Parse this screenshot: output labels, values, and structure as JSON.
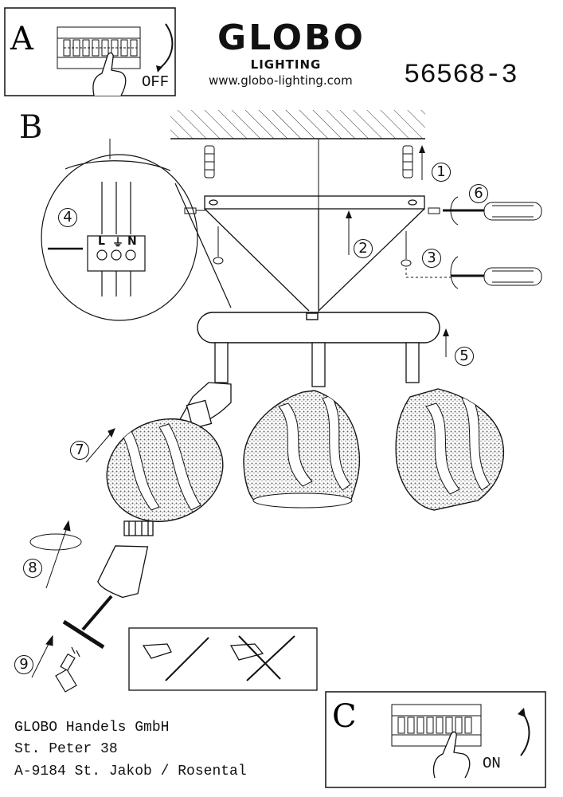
{
  "brand": {
    "name": "GLOBO",
    "subtitle": "LIGHTING",
    "website": "www.globo-lighting.com"
  },
  "model_number": "56568-3",
  "panels": {
    "a": {
      "label": "A",
      "caption": "OFF"
    },
    "b": {
      "label": "B"
    },
    "c": {
      "label": "C",
      "caption": "ON"
    }
  },
  "steps": [
    "1",
    "2",
    "3",
    "4",
    "5",
    "6",
    "7",
    "8",
    "9"
  ],
  "terminal_labels": {
    "live": "L",
    "earth": "⏚",
    "neutral": "N"
  },
  "manufacturer": {
    "company": "GLOBO Handels GmbH",
    "street": "St. Peter 38",
    "city": "A-9184 St. Jakob / Rosental"
  },
  "icons": [
    "switch-panel-icon",
    "hand-icon",
    "rotation-arrow-icon",
    "screwdriver-icon",
    "dowel-icon",
    "screw-icon",
    "bulb-icon"
  ]
}
